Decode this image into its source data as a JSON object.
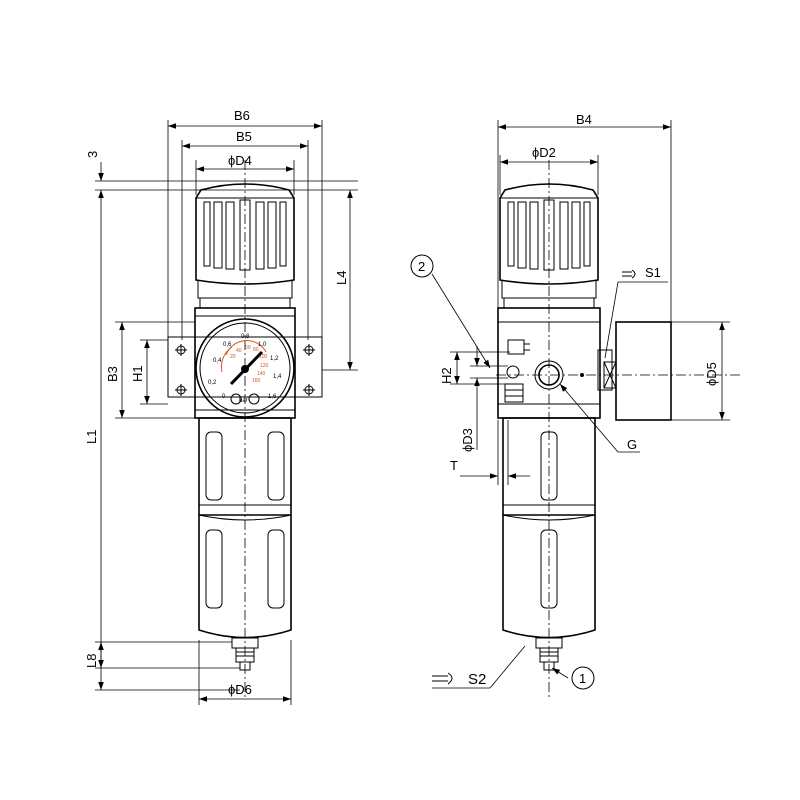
{
  "front_view": {
    "dims": {
      "B6": "B6",
      "B5": "B5",
      "D4": "ϕD4",
      "L4": "L4",
      "B3": "B3",
      "H1": "H1",
      "L1": "L1",
      "L8": "L8",
      "D6": "ϕD6",
      "three": "3"
    },
    "gauge": {
      "black_ticks": [
        "0",
        "0,2",
        "0,4",
        "0,6",
        "0,8",
        "1,0",
        "1,2",
        "1,4",
        "1,6"
      ],
      "red_ticks": [
        "20",
        "40",
        "60",
        "80",
        "100",
        "120",
        "140",
        "160"
      ],
      "unit": "bar"
    }
  },
  "side_view": {
    "dims": {
      "B4": "B4",
      "D2": "ϕD2",
      "D5": "ϕD5",
      "H2": "H2",
      "D3": "ϕD3",
      "T": "T",
      "G": "G",
      "S1": "S1",
      "S2": "S2"
    },
    "callouts": {
      "one": "1",
      "two": "2"
    }
  }
}
